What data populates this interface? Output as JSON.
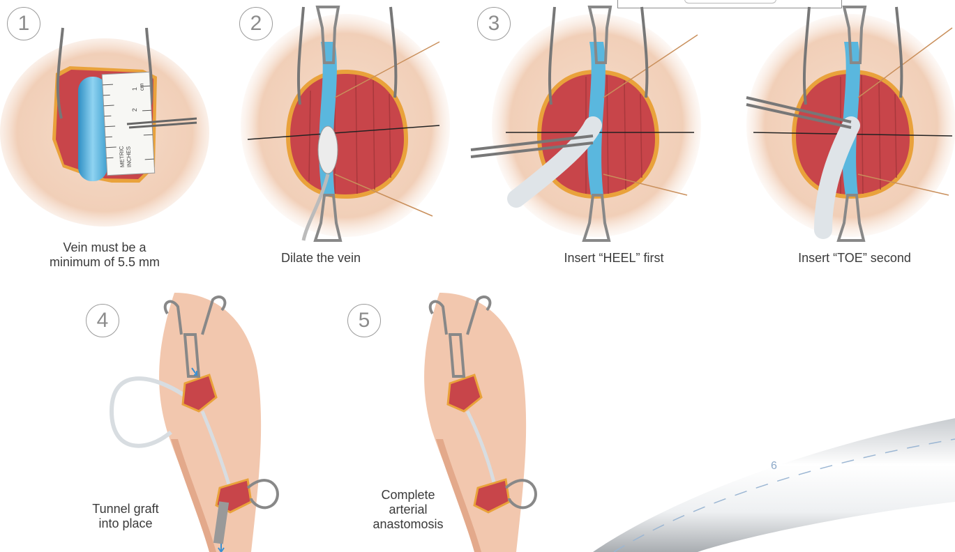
{
  "steps": [
    {
      "number": "1",
      "caption": "Vein must be a\nminimum of 5.5 mm"
    },
    {
      "number": "2",
      "caption": "Dilate the vein"
    },
    {
      "number": "3",
      "caption_a": "Insert “HEEL” first",
      "caption_b": "Insert “TOE” second"
    },
    {
      "number": "4",
      "caption": "Tunnel graft\ninto place"
    },
    {
      "number": "5",
      "caption": "Complete\narterial\nanastomosis"
    }
  ],
  "ruler": {
    "labels": [
      "METRIC",
      "INCHES",
      "1",
      "2",
      "cm"
    ]
  },
  "graft_marking": "6",
  "colors": {
    "skin": "#f3d6c4",
    "skin_shadow": "#e6b89c",
    "muscle": "#c8454a",
    "fat_border": "#e9a23b",
    "vein": "#5ab7de",
    "graft": "#e8ecef",
    "clamp": "#8c8c8c",
    "circle_border": "#9a9a9a",
    "text": "#3a3a3a"
  }
}
